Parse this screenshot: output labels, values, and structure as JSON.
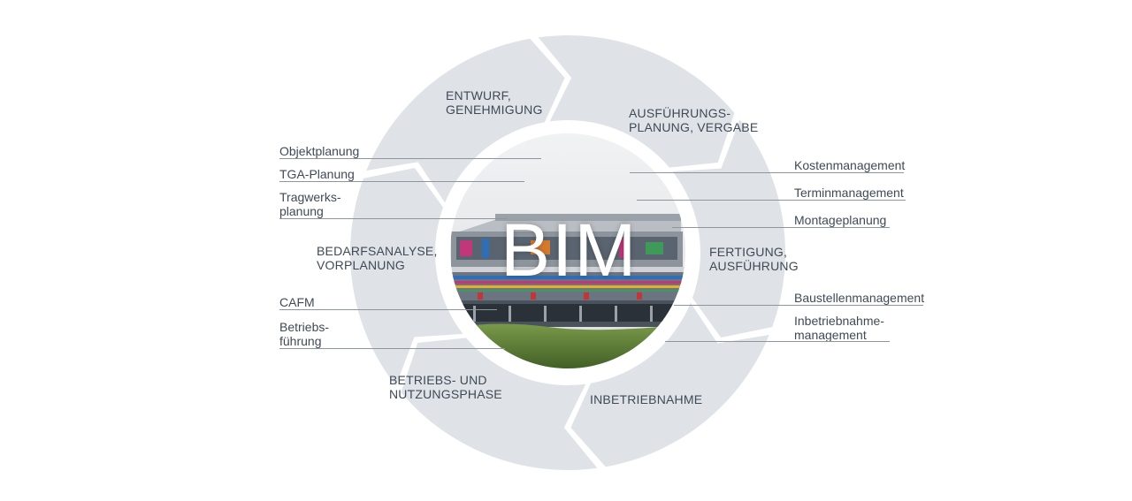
{
  "center": {
    "title": "BIM"
  },
  "phases": [
    {
      "id": "entwurf",
      "lines": [
        "ENTWURF,",
        "GENEHMIGUNG"
      ]
    },
    {
      "id": "ausfuehrungsplanung",
      "lines": [
        "AUSFÜHRUNGS-",
        "PLANUNG, VERGABE"
      ]
    },
    {
      "id": "fertigung",
      "lines": [
        "FERTIGUNG,",
        "AUSFÜHRUNG"
      ]
    },
    {
      "id": "inbetriebnahme",
      "lines": [
        "INBETRIEBNAHME"
      ]
    },
    {
      "id": "betrieb",
      "lines": [
        "BETRIEBS- UND",
        "NUTZUNGSPHASE"
      ]
    },
    {
      "id": "bedarfsanalyse",
      "lines": [
        "BEDARFSANALYSE,",
        "VORPLANUNG"
      ]
    }
  ],
  "left_items": [
    {
      "id": "objektplanung",
      "lines": [
        "Objektplanung"
      ]
    },
    {
      "id": "tga",
      "lines": [
        "TGA-Planung"
      ]
    },
    {
      "id": "tragwerk",
      "lines": [
        "Tragwerks-",
        "planung"
      ]
    },
    {
      "id": "cafm",
      "lines": [
        "CAFM"
      ]
    },
    {
      "id": "betriebsfuehrung",
      "lines": [
        "Betriebs-",
        "führung"
      ]
    }
  ],
  "right_items": [
    {
      "id": "kosten",
      "lines": [
        "Kostenmanagement"
      ]
    },
    {
      "id": "termin",
      "lines": [
        "Terminmanagement"
      ]
    },
    {
      "id": "montage",
      "lines": [
        "Montageplanung"
      ]
    },
    {
      "id": "baustelle",
      "lines": [
        "Baustellenmanagement"
      ]
    },
    {
      "id": "inbetriebnahme-mgmt",
      "lines": [
        "Inbetriebnahme-",
        "management"
      ]
    }
  ],
  "colors": {
    "ring": "#dfe3e7",
    "text": "#3f4a56",
    "rule": "#8e959c",
    "sky": "#e9ebec",
    "grass": "#5d7d3a"
  }
}
